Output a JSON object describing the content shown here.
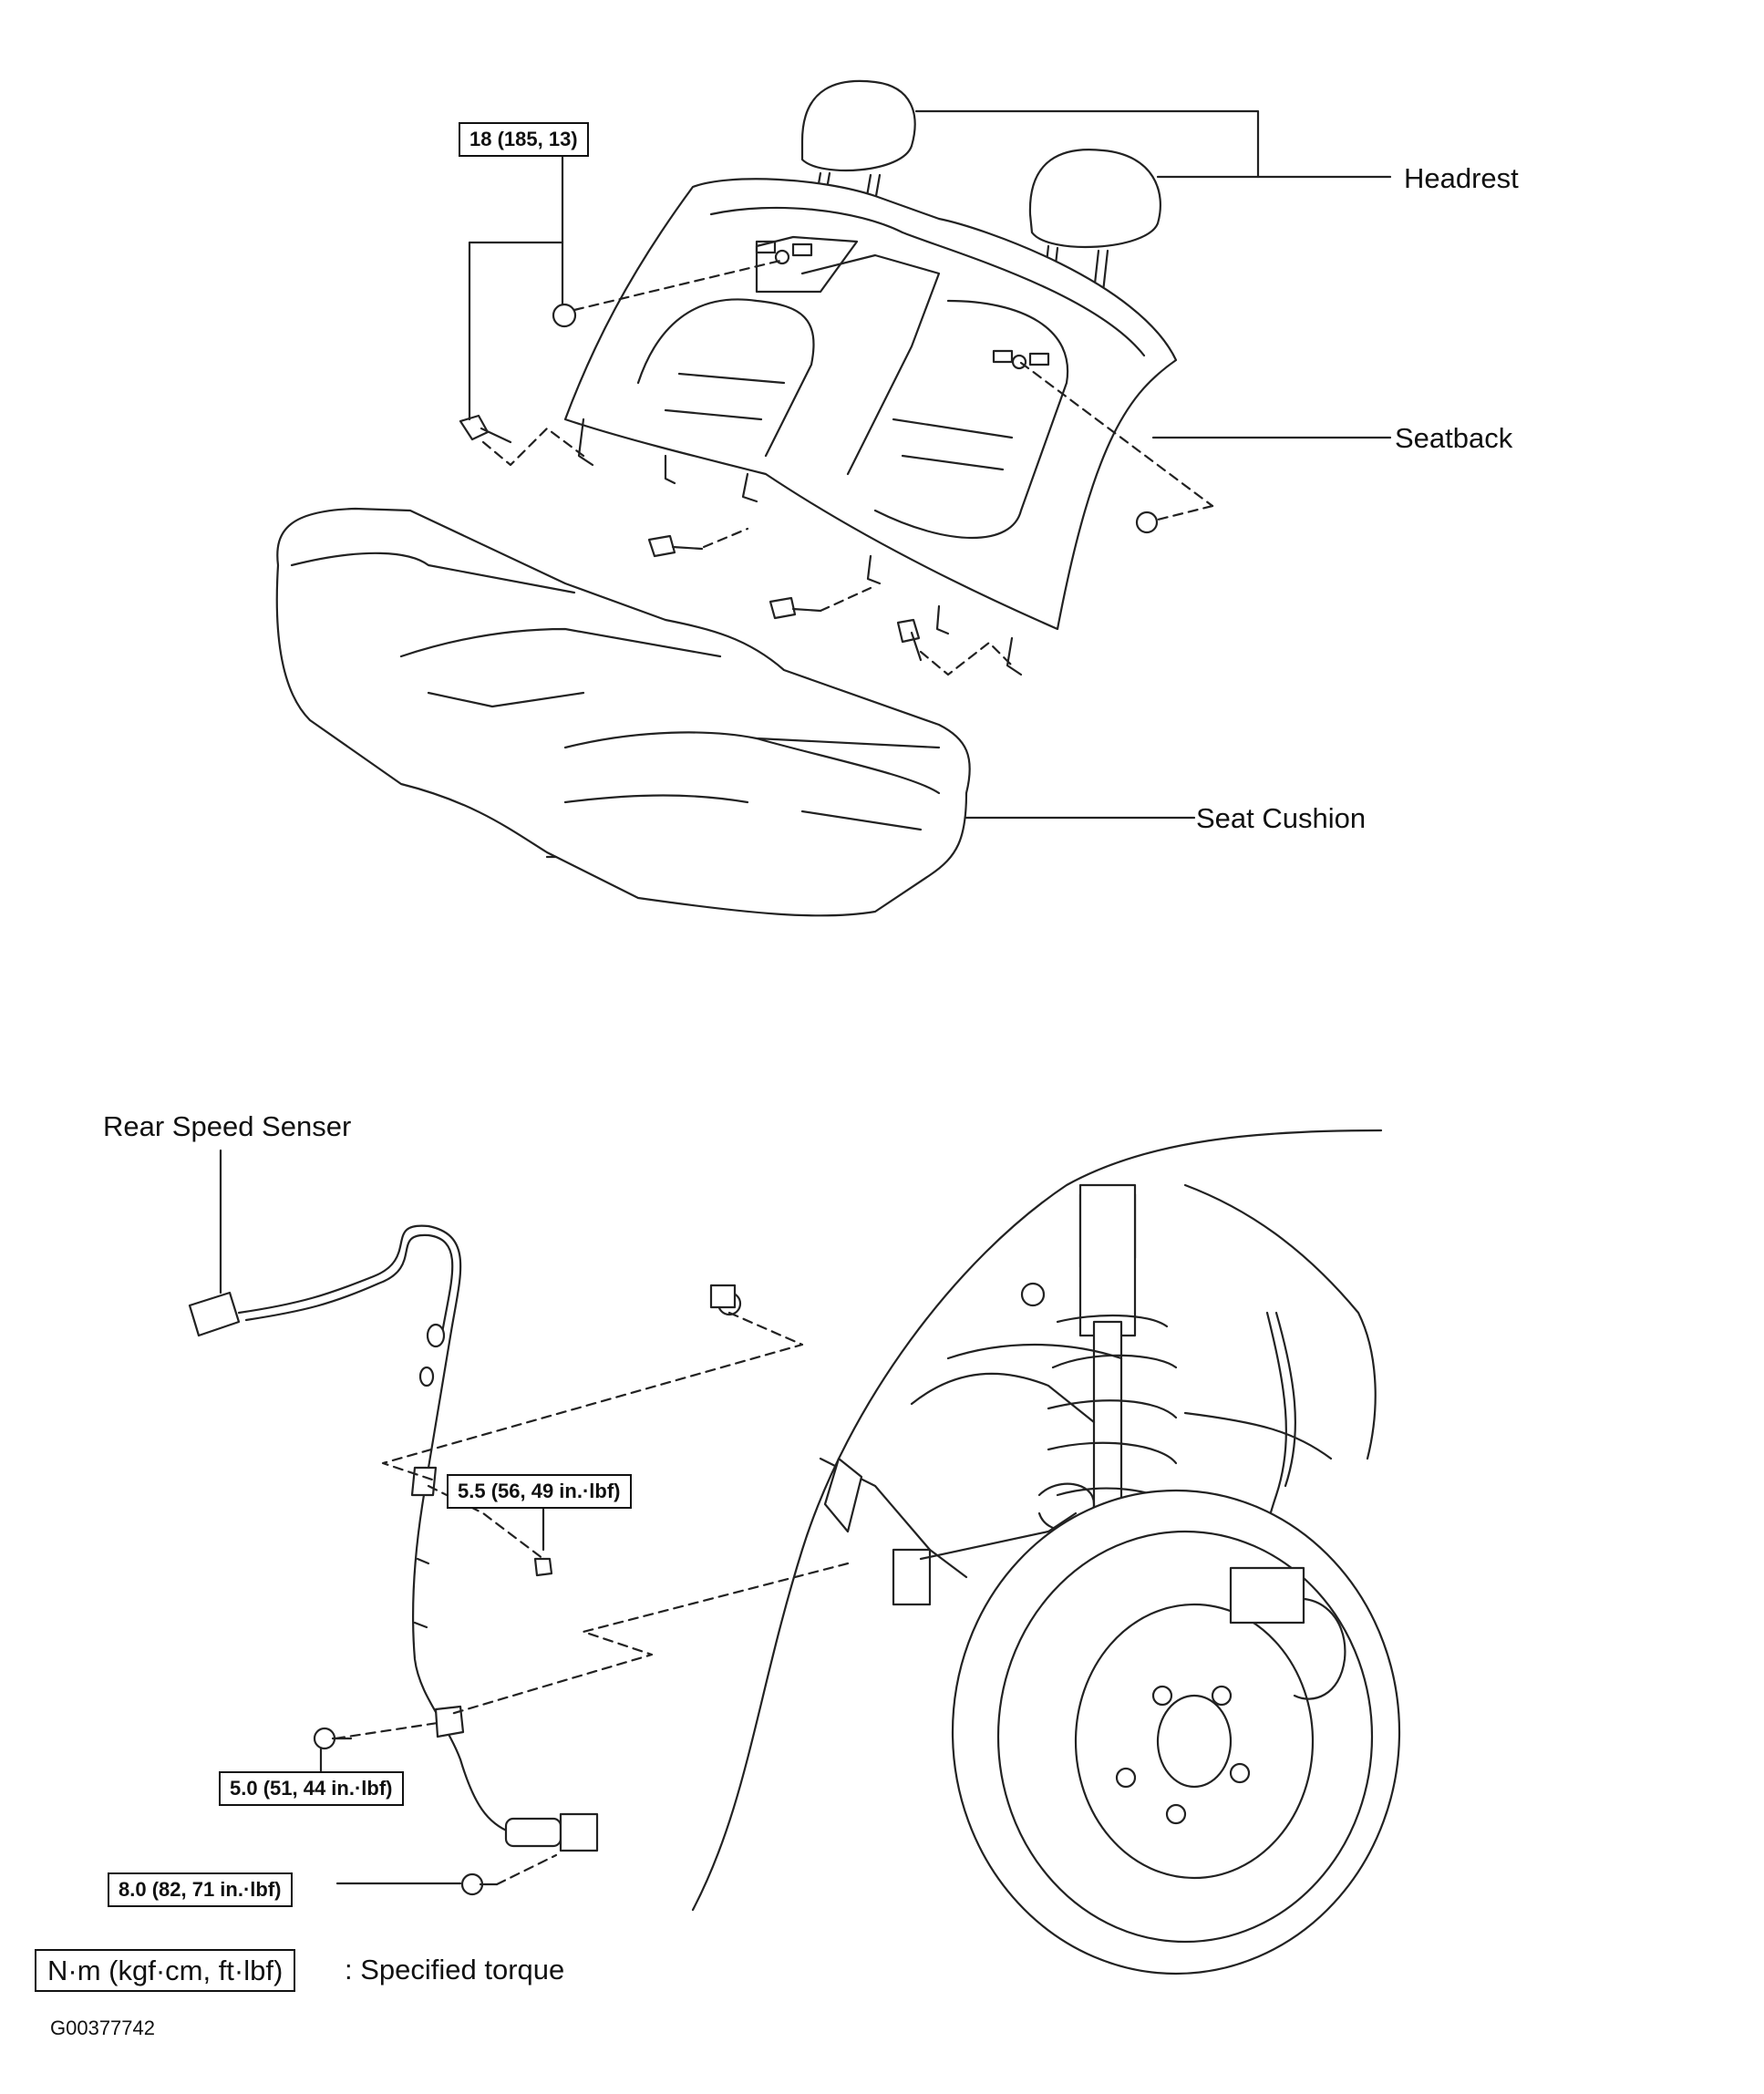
{
  "labels": {
    "headrest": "Headrest",
    "seatback": "Seatback",
    "seat_cushion": "Seat Cushion",
    "rear_speed_sensor": "Rear Speed Senser"
  },
  "torque": {
    "seatback_bolt": "18 (185, 13)",
    "sensor_clamp": "5.5 (56, 49 in.·lbf)",
    "sensor_bracket": "5.0 (51, 44 in.·lbf)",
    "sensor_mount": "8.0 (82, 71 in.·lbf)"
  },
  "legend": {
    "unit_box": "N·m (kgf·cm, ft·lbf)",
    "description": ": Specified torque"
  },
  "figure_code": "G00377742"
}
